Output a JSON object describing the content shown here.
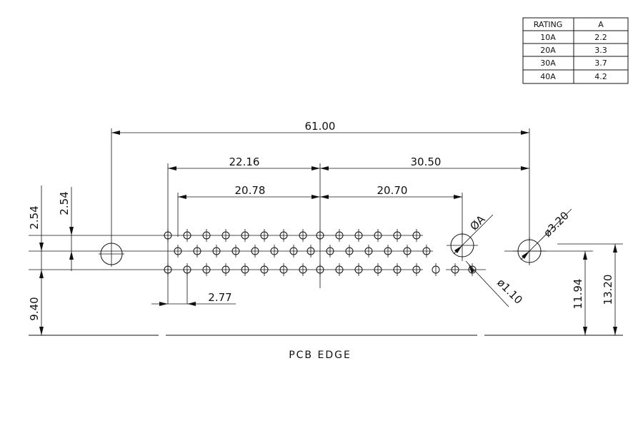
{
  "rating_table": {
    "headers": [
      "RATING",
      "A"
    ],
    "rows": [
      [
        "10A",
        "2.2"
      ],
      [
        "20A",
        "3.3"
      ],
      [
        "30A",
        "3.7"
      ],
      [
        "40A",
        "4.2"
      ]
    ]
  },
  "dimensions": {
    "overall_width": "61.00",
    "left_span": "22.16",
    "right_span": "30.50",
    "left_inner": "20.78",
    "right_inner": "20.70",
    "pitch": "2.77",
    "row_pitch_left": "2.54",
    "row_pitch_inner": "2.54",
    "edge_to_row": "9.40",
    "edge_to_center": "11.94",
    "edge_to_top": "13.20",
    "hole_a": "ØA",
    "hole_mount": "ø3.20",
    "pin_hole": "ø1.10"
  },
  "caption": "PCB EDGE"
}
